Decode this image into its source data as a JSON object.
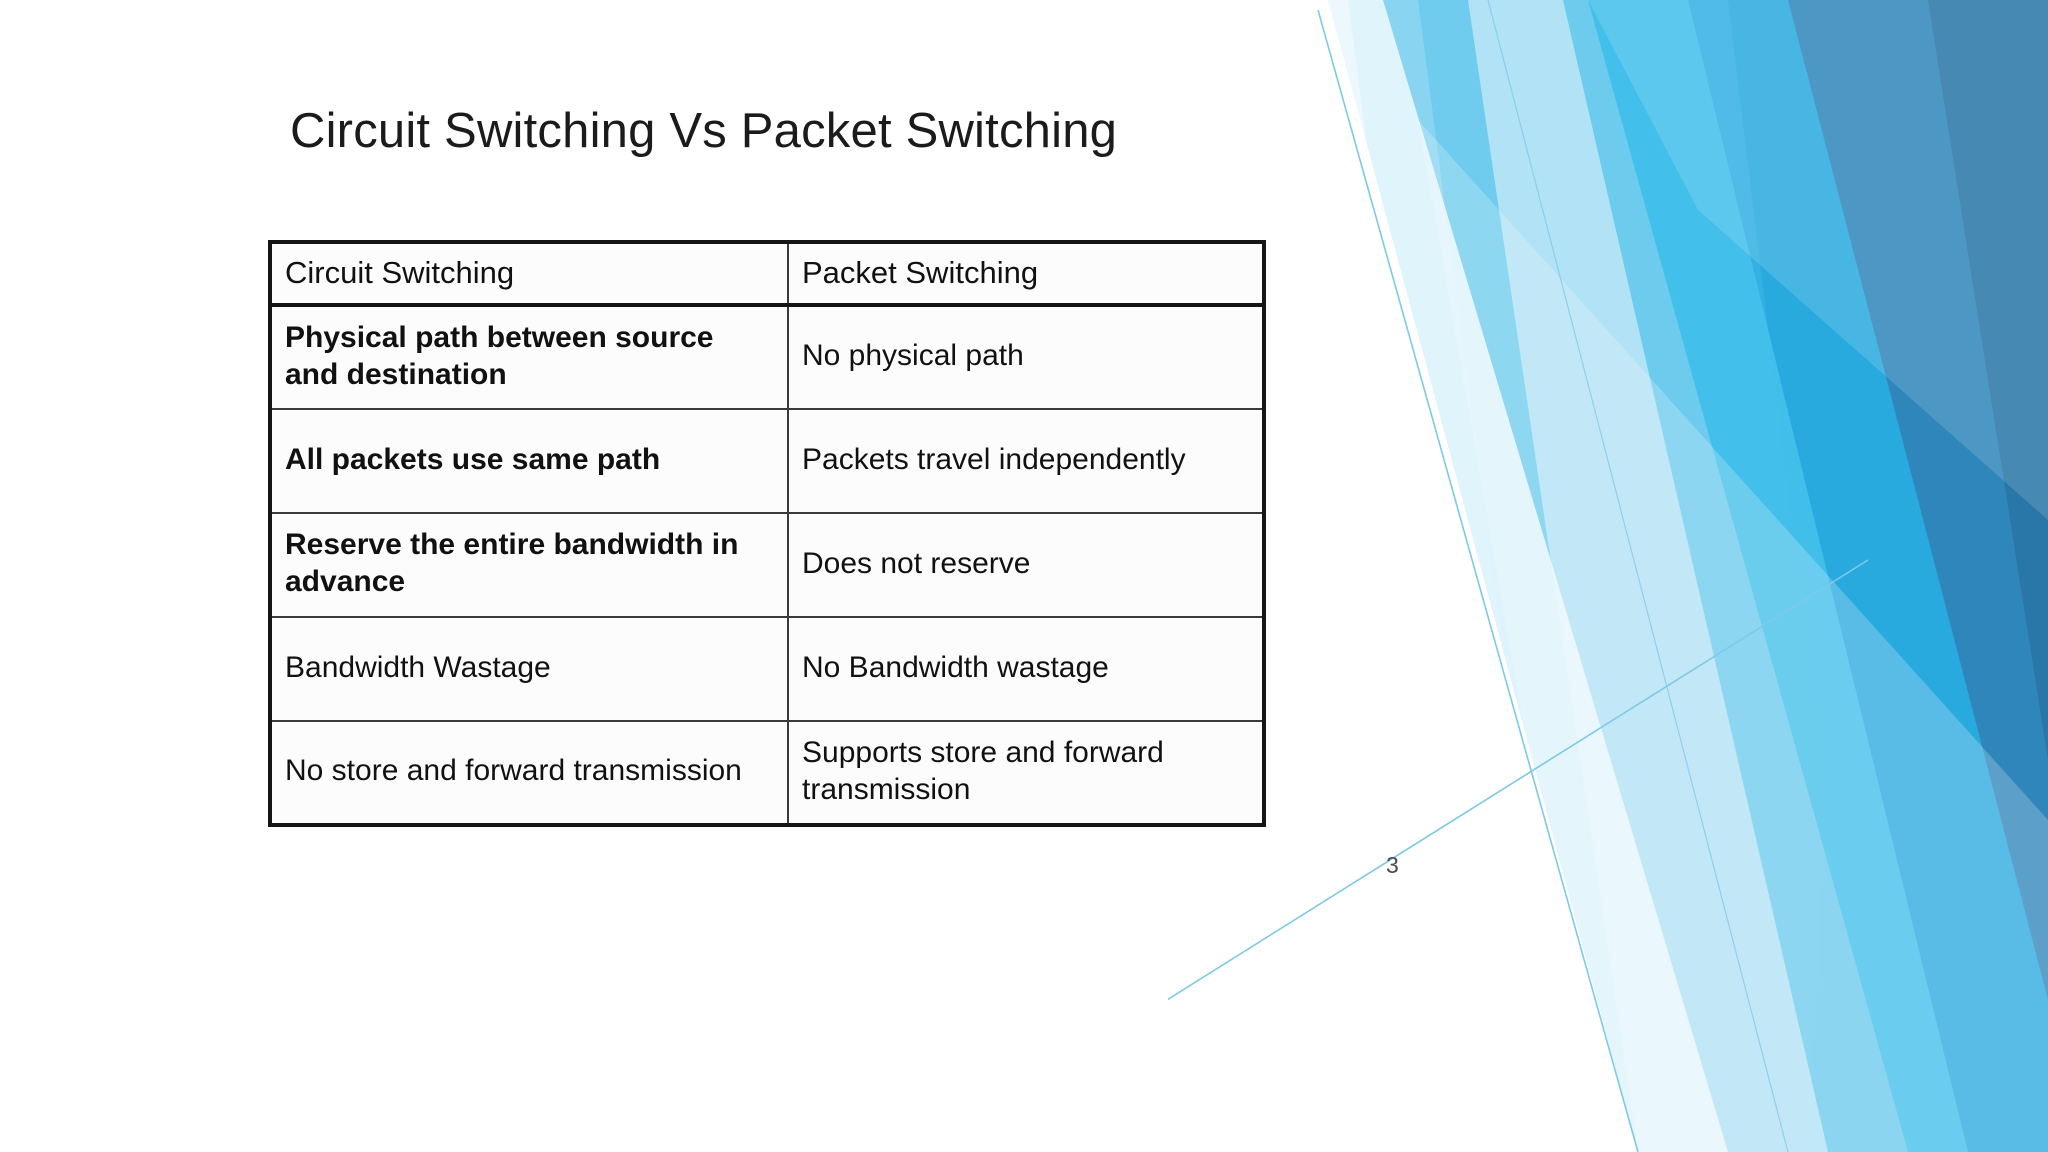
{
  "slide": {
    "title": "Circuit Switching Vs Packet Switching",
    "page_number": "3",
    "background_color": "#ffffff"
  },
  "table": {
    "headers": {
      "left": "Circuit Switching",
      "right": "Packet Switching"
    },
    "rows": [
      {
        "left": "Physical path between source and destination",
        "right": "No physical path",
        "left_bold": true
      },
      {
        "left": "All packets use same path",
        "right": "Packets travel independently",
        "left_bold": true
      },
      {
        "left": "Reserve the entire bandwidth in advance",
        "right": "Does not reserve",
        "left_bold": true
      },
      {
        "left": "Bandwidth Wastage",
        "right": "No Bandwidth wastage",
        "left_bold": false
      },
      {
        "left": "No store and forward transmission",
        "right": "Supports store and forward transmission",
        "left_bold": false
      }
    ]
  },
  "decoration": {
    "name": "angular-blue-ribbons",
    "colors": {
      "pale_ice": "#eaf7fd",
      "light_sky": "#bfe6f8",
      "sky": "#74cdee",
      "cyan": "#43c0ea",
      "azure": "#29ace0",
      "medium_blue": "#2aa7dd",
      "steel_blue": "#2f86ba",
      "deep_blue": "#2877a8",
      "hairline": "#7dc9e8"
    }
  }
}
